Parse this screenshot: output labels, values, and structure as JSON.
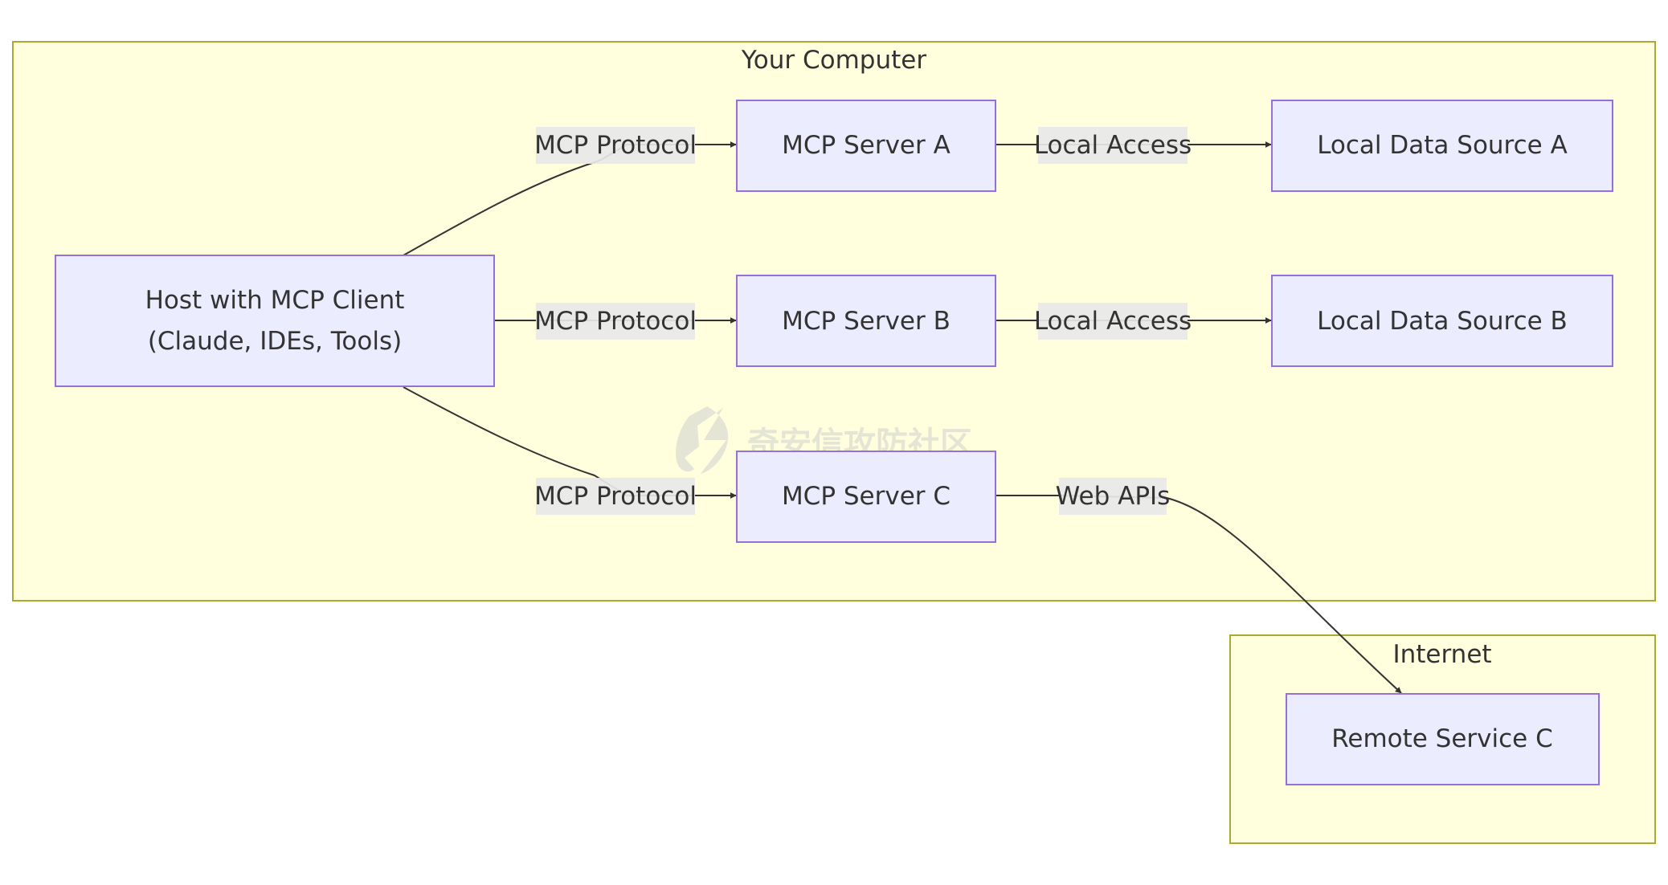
{
  "clusters": {
    "your_computer": {
      "title": "Your Computer"
    },
    "internet": {
      "title": "Internet"
    }
  },
  "nodes": {
    "host": {
      "line1": "Host with MCP Client",
      "line2": "(Claude, IDEs, Tools)"
    },
    "server_a": {
      "label": "MCP Server A"
    },
    "server_b": {
      "label": "MCP Server B"
    },
    "server_c": {
      "label": "MCP Server C"
    },
    "source_a": {
      "label": "Local Data Source A"
    },
    "source_b": {
      "label": "Local Data Source B"
    },
    "remote_c": {
      "label": "Remote Service C"
    }
  },
  "edges": {
    "host_to_a": {
      "label": "MCP Protocol"
    },
    "host_to_b": {
      "label": "MCP Protocol"
    },
    "host_to_c": {
      "label": "MCP Protocol"
    },
    "a_to_source": {
      "label": "Local Access"
    },
    "b_to_source": {
      "label": "Local Access"
    },
    "c_to_remote": {
      "label": "Web APIs"
    }
  },
  "watermark": {
    "text": "奇安信攻防社区"
  },
  "colors": {
    "cluster_fill": "#ffffde",
    "cluster_stroke": "#aaaa33",
    "node_fill": "#ececff",
    "node_stroke": "#9370db",
    "edge": "#333333",
    "text": "#333333"
  }
}
